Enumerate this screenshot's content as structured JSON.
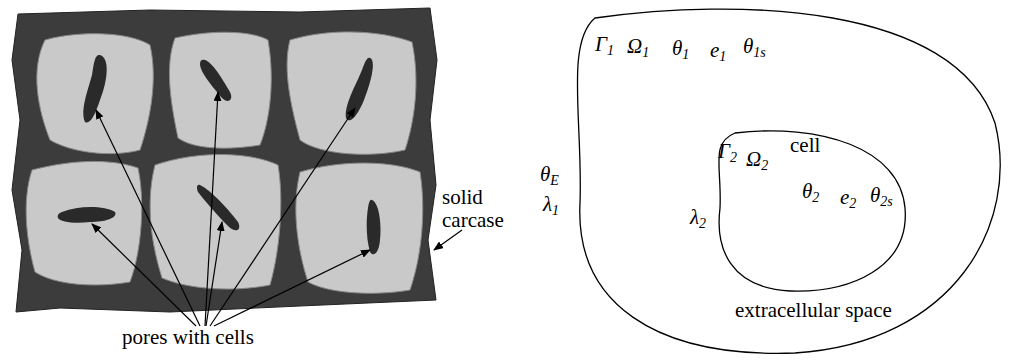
{
  "diagram": {
    "nodes": [
      {
        "text": [
          "Γ1",
          "Ω1",
          "θ1",
          "e1",
          "θ1s",
          "θE",
          "λ1",
          "extracellular space"
        ]
      },
      {
        "text": [
          "Γ2",
          "Ω2",
          "cell",
          "θ2",
          "e2",
          "θ2s",
          "λ2"
        ],
        "in": 0
      }
    ],
    "labels": [
      "pores with cells",
      "solid carcase"
    ]
  }
}
